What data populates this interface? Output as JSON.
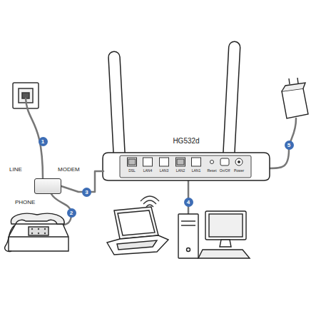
{
  "diagram": {
    "nodes": [
      {
        "text": [
          "LINE",
          "MODEM",
          "PHONE"
        ]
      },
      {
        "text": [
          "HG532d",
          "DSL",
          "LAN4",
          "LAN3",
          "LAN2",
          "LAN1",
          "Reset",
          "On/Off",
          "Power"
        ]
      }
    ],
    "edges": [
      {
        "from": 0,
        "to": 1,
        "arrow": "none",
        "label": "3"
      }
    ],
    "labels": [
      "1",
      "2",
      "4",
      "5"
    ]
  }
}
